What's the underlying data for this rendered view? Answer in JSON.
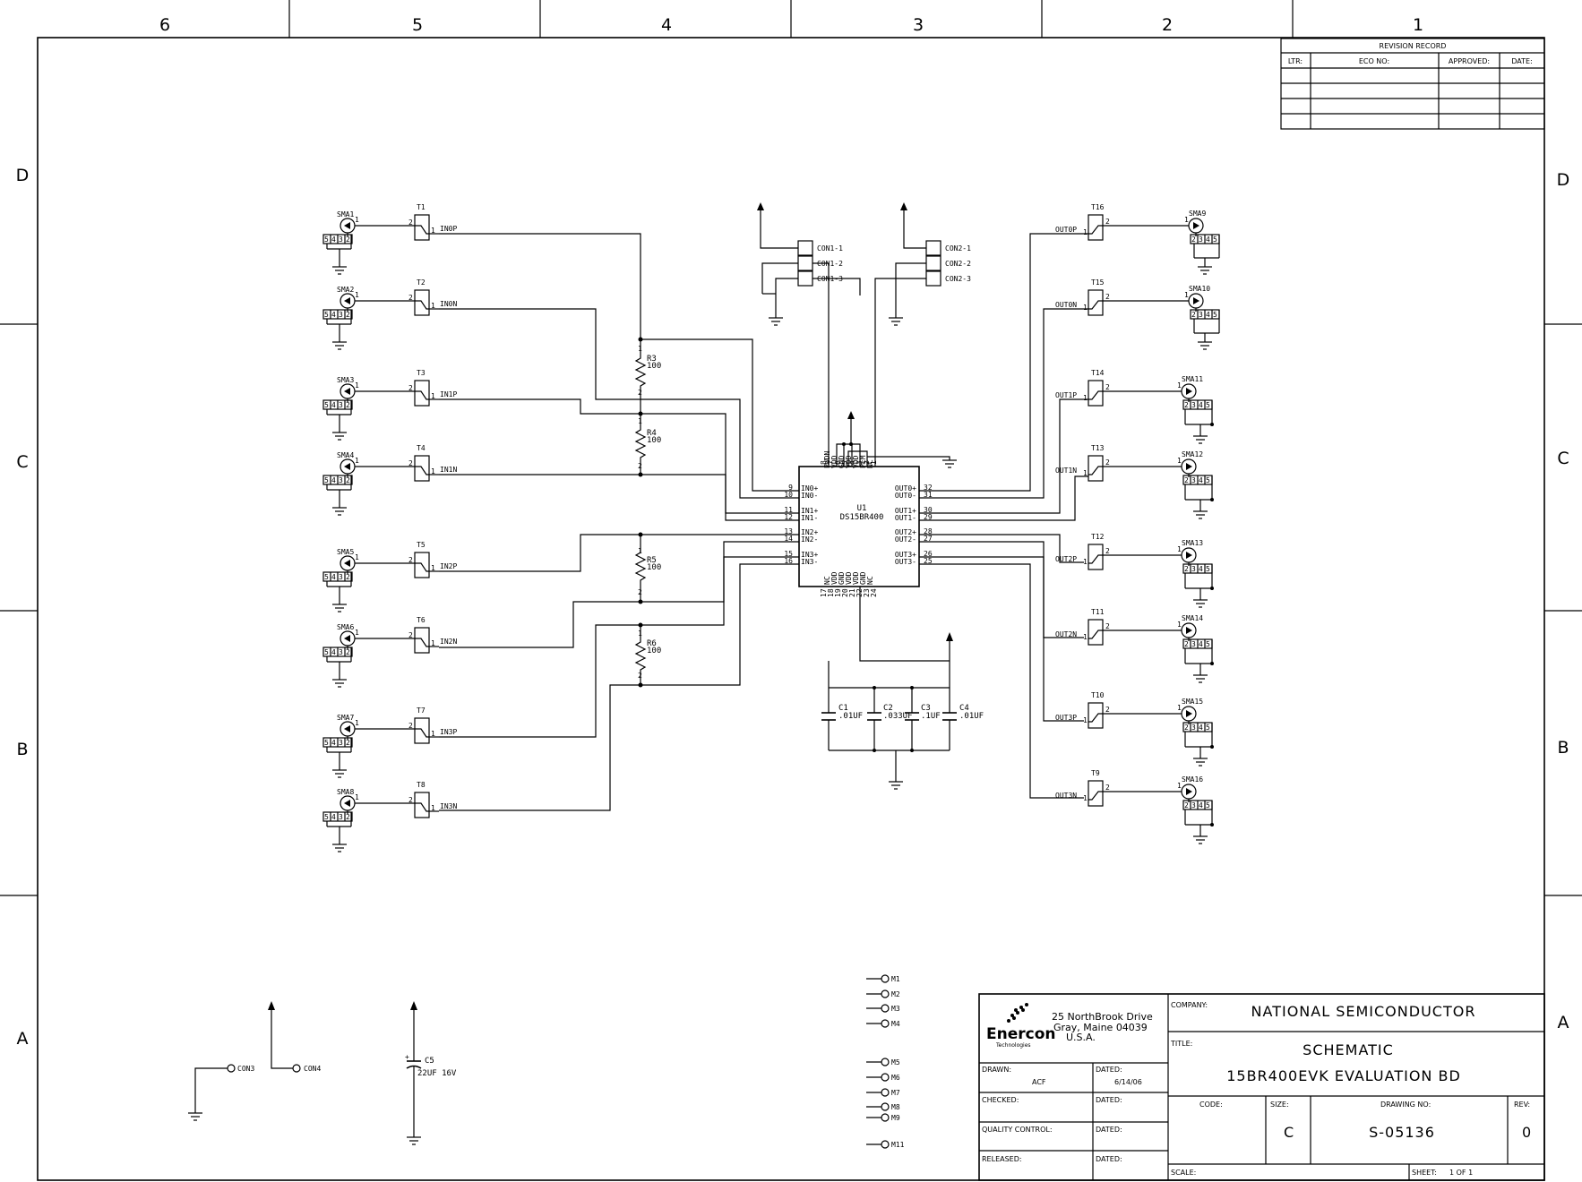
{
  "frame": {
    "columns": [
      "6",
      "5",
      "4",
      "3",
      "2",
      "1"
    ],
    "rows": [
      "D",
      "C",
      "B",
      "A"
    ]
  },
  "revision": {
    "title": "REVISION RECORD",
    "headers": [
      "LTR:",
      "ECO NO:",
      "APPROVED:",
      "DATE:"
    ]
  },
  "inputs": [
    {
      "sma": "SMA1",
      "t": "T1",
      "net": "IN0P"
    },
    {
      "sma": "SMA2",
      "t": "T2",
      "net": "IN0N"
    },
    {
      "sma": "SMA3",
      "t": "T3",
      "net": "IN1P"
    },
    {
      "sma": "SMA4",
      "t": "T4",
      "net": "IN1N"
    },
    {
      "sma": "SMA5",
      "t": "T5",
      "net": "IN2P"
    },
    {
      "sma": "SMA6",
      "t": "T6",
      "net": "IN2N"
    },
    {
      "sma": "SMA7",
      "t": "T7",
      "net": "IN3P"
    },
    {
      "sma": "SMA8",
      "t": "T8",
      "net": "IN3N"
    }
  ],
  "outputs": [
    {
      "sma": "SMA9",
      "t": "T16",
      "net": "OUT0P"
    },
    {
      "sma": "SMA10",
      "t": "T15",
      "net": "OUT0N"
    },
    {
      "sma": "SMA11",
      "t": "T14",
      "net": "OUT1P"
    },
    {
      "sma": "SMA12",
      "t": "T13",
      "net": "OUT1N"
    },
    {
      "sma": "SMA13",
      "t": "T12",
      "net": "OUT2P"
    },
    {
      "sma": "SMA14",
      "t": "T11",
      "net": "OUT2N"
    },
    {
      "sma": "SMA15",
      "t": "T10",
      "net": "OUT3P"
    },
    {
      "sma": "SMA16",
      "t": "T9",
      "net": "OUT3N"
    }
  ],
  "sma_pins": [
    "5",
    "4",
    "3",
    "2"
  ],
  "sma_pins_right": [
    "2",
    "3",
    "4",
    "5"
  ],
  "pin1": "1",
  "pin2": "2",
  "resistors": [
    {
      "ref": "R3",
      "value": "100"
    },
    {
      "ref": "R4",
      "value": "100"
    },
    {
      "ref": "R5",
      "value": "100"
    },
    {
      "ref": "R6",
      "value": "100"
    }
  ],
  "ic": {
    "ref": "U1",
    "part": "DS15BR400",
    "left_pins": [
      {
        "num": "9",
        "name": "IN0+"
      },
      {
        "num": "10",
        "name": "IN0-"
      },
      {
        "num": "11",
        "name": "IN1+"
      },
      {
        "num": "12",
        "name": "IN1-"
      },
      {
        "num": "13",
        "name": "IN2+"
      },
      {
        "num": "14",
        "name": "IN2-"
      },
      {
        "num": "15",
        "name": "IN3+"
      },
      {
        "num": "16",
        "name": "IN3-"
      }
    ],
    "right_pins": [
      {
        "num": "32",
        "name": "OUT0+"
      },
      {
        "num": "31",
        "name": "OUT0-"
      },
      {
        "num": "30",
        "name": "OUT1+"
      },
      {
        "num": "29",
        "name": "OUT1-"
      },
      {
        "num": "28",
        "name": "OUT2+"
      },
      {
        "num": "27",
        "name": "OUT2-"
      },
      {
        "num": "26",
        "name": "OUT3+"
      },
      {
        "num": "25",
        "name": "OUT3-"
      }
    ],
    "top_pins": [
      "PWDN",
      "VDD",
      "GND",
      "VDD",
      "VDD",
      "PEM",
      "NC"
    ],
    "top_nums": [
      "8",
      "7",
      "6",
      "5",
      "4",
      "3",
      "2",
      "1"
    ],
    "bottom_pins": [
      "NC",
      "VDD",
      "GND",
      "VDD",
      "VDD",
      "GND",
      "NC"
    ],
    "bottom_nums": [
      "17",
      "18",
      "19",
      "20",
      "21",
      "22",
      "23",
      "24"
    ]
  },
  "connectors": {
    "con1": [
      "CON1-1",
      "CON1-2",
      "CON1-3"
    ],
    "con2": [
      "CON2-1",
      "CON2-2",
      "CON2-3"
    ]
  },
  "capacitors": [
    {
      "ref": "C1",
      "value": ".01UF"
    },
    {
      "ref": "C2",
      "value": ".033UF"
    },
    {
      "ref": "C3",
      "value": ".1UF"
    },
    {
      "ref": "C4",
      "value": ".01UF"
    }
  ],
  "misc": {
    "con3": "CON3",
    "con4": "CON4",
    "c5_ref": "C5",
    "c5_value": "22UF 16V",
    "c5_plus": "+",
    "mounts": [
      "M1",
      "M2",
      "M3",
      "M4",
      "M5",
      "M6",
      "M7",
      "M8",
      "M9",
      "M11"
    ]
  },
  "titleblock": {
    "logo": "Enercon",
    "logo_sub": "Technologies",
    "address": [
      "25 NorthBrook Drive",
      "Gray, Maine 04039",
      "U.S.A."
    ],
    "company_label": "COMPANY:",
    "company": "NATIONAL SEMICONDUCTOR",
    "title_label": "TITLE:",
    "title1": "SCHEMATIC",
    "title2": "15BR400EVK EVALUATION BD",
    "drawn_label": "DRAWN:",
    "drawn_by": "ACF",
    "dated_label": "DATED:",
    "drawn_date": "6/14/06",
    "checked_label": "CHECKED:",
    "qc_label": "QUALITY CONTROL:",
    "released_label": "RELEASED:",
    "code_label": "CODE:",
    "size_label": "SIZE:",
    "size": "C",
    "drawing_label": "DRAWING NO:",
    "drawing_no": "S-05136",
    "rev_label": "REV:",
    "rev": "0",
    "scale_label": "SCALE:",
    "sheet_label": "SHEET:",
    "sheet": "1  OF  1"
  }
}
